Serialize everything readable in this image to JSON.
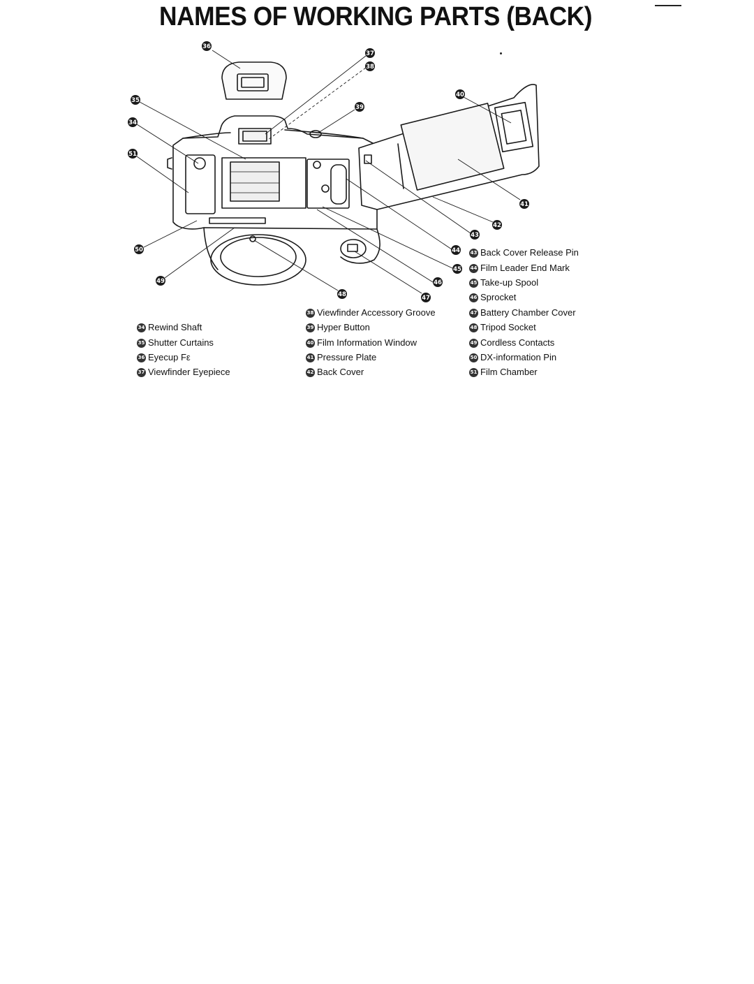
{
  "title": "NAMES OF WORKING PARTS (BACK)",
  "callouts": {
    "c34": "34",
    "c35": "35",
    "c36": "36",
    "c37": "37",
    "c38": "38",
    "c39": "39",
    "c40": "40",
    "c41": "41",
    "c42": "42",
    "c43": "43",
    "c44": "44",
    "c45": "45",
    "c46": "46",
    "c47": "47",
    "c48": "48",
    "c49": "49",
    "c50": "50",
    "c51": "51"
  },
  "parts": [
    {
      "num": "34",
      "label": "Rewind Shaft"
    },
    {
      "num": "35",
      "label": "Shutter Curtains"
    },
    {
      "num": "36",
      "label": "Eyecup Fε"
    },
    {
      "num": "37",
      "label": "Viewfinder Eyepiece"
    },
    {
      "num": "38",
      "label": "Viewfinder Accessory Groove"
    },
    {
      "num": "39",
      "label": "Hyper Button"
    },
    {
      "num": "40",
      "label": "Film Information Window"
    },
    {
      "num": "41",
      "label": "Pressure Plate"
    },
    {
      "num": "42",
      "label": "Back Cover"
    },
    {
      "num": "43",
      "label": "Back Cover Release Pin"
    },
    {
      "num": "44",
      "label": "Film Leader End Mark"
    },
    {
      "num": "45",
      "label": "Take-up Spool"
    },
    {
      "num": "46",
      "label": "Sprocket"
    },
    {
      "num": "47",
      "label": "Battery Chamber Cover"
    },
    {
      "num": "48",
      "label": "Tripod Socket"
    },
    {
      "num": "49",
      "label": "Cordless Contacts"
    },
    {
      "num": "50",
      "label": "DX-information Pin"
    },
    {
      "num": "51",
      "label": "Film Chamber"
    }
  ]
}
